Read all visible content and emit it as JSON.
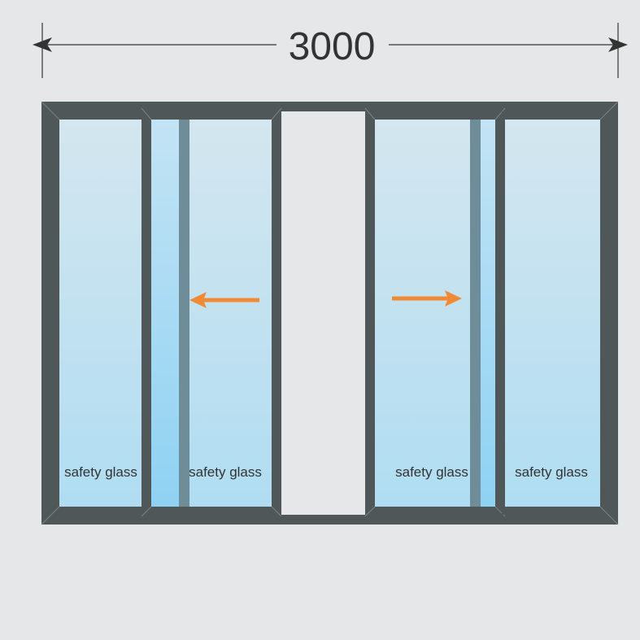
{
  "dimension": {
    "width_label": "3000"
  },
  "panels": [
    {
      "label": "safety glass"
    },
    {
      "label": "safety glass"
    },
    {
      "label": "safety glass"
    },
    {
      "label": "safety glass"
    }
  ],
  "colors": {
    "background": "#e6e7e9",
    "frame": "#4f5759",
    "glass_top": "#d4e6ef",
    "glass_bottom": "#b0ddf2",
    "arrow": "#f28a35",
    "text": "#333333"
  }
}
